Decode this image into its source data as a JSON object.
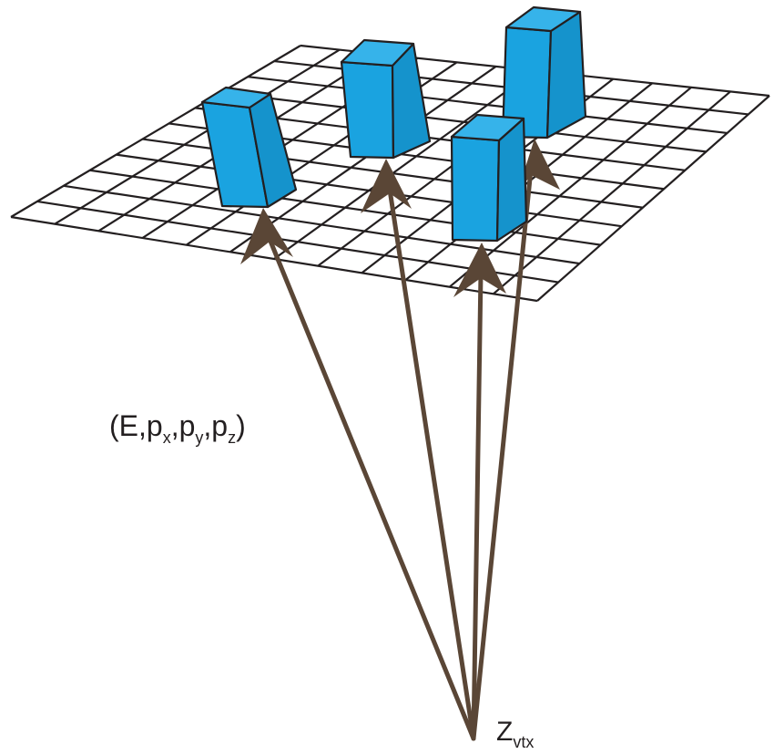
{
  "four_vector_label": {
    "open": "(E,p",
    "sub_x": "x",
    "sep1": ",p",
    "sub_y": "y",
    "sep2": ",p",
    "sub_z": "z",
    "close": ")"
  },
  "vertex_label": {
    "main": "Z",
    "sub": "vtx"
  },
  "colors": {
    "tower_fill": "#1aa3e0",
    "arrow": "#5a4636",
    "grid": "#231f20"
  }
}
